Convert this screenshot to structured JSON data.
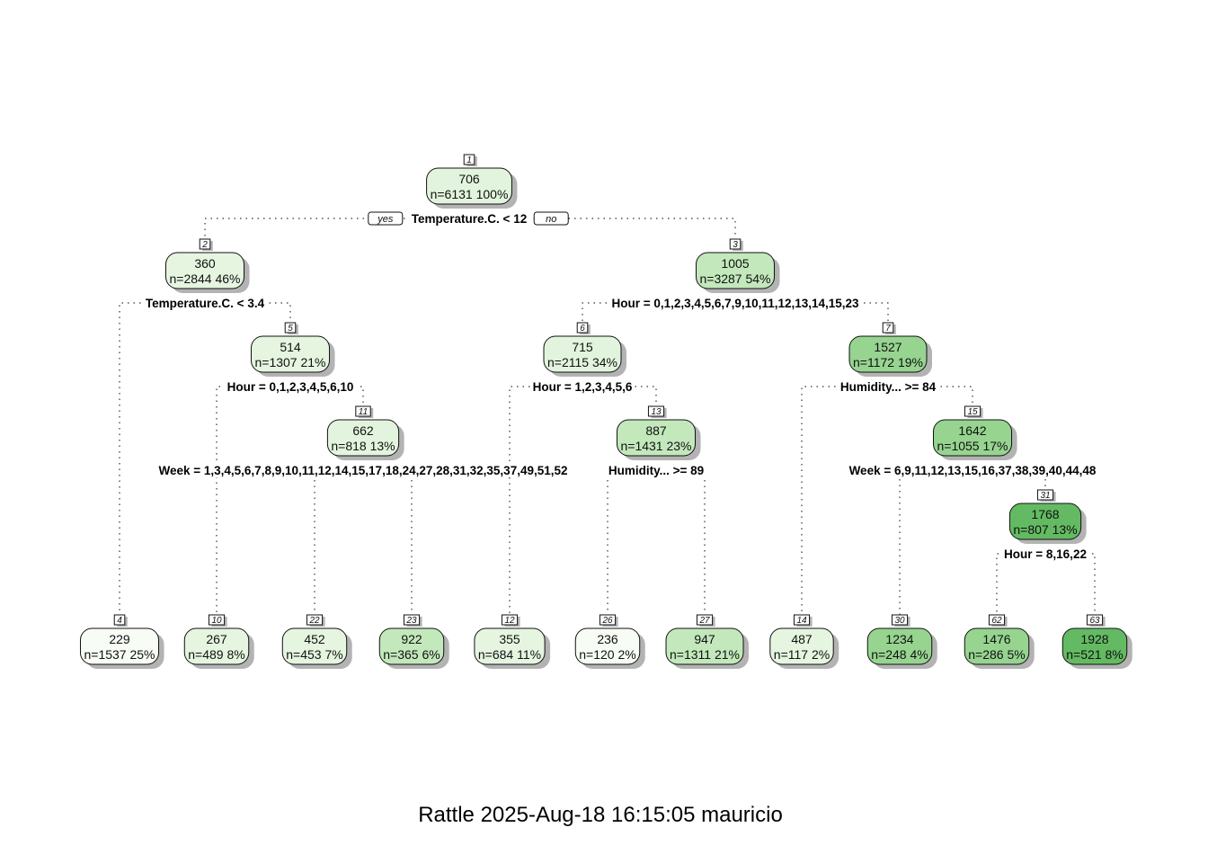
{
  "caption": "Rattle 2025-Aug-18 16:15:05 mauricio",
  "labels": {
    "yes": "yes",
    "no": "no"
  },
  "colors": {
    "edge": "#333333",
    "box_border": "#111111",
    "shadow": "#b3b3b3",
    "fill_palette": [
      "#f7fcf5",
      "#e3f4de",
      "#c7e9c0",
      "#a1d99b",
      "#74c476",
      "#5fb867"
    ]
  },
  "nodes": [
    {
      "id": "1",
      "value": "706",
      "n": "n=6131  100%",
      "fill": "#e2f4dd"
    },
    {
      "id": "2",
      "value": "360",
      "n": "n=2844  46%",
      "fill": "#e5f5e0"
    },
    {
      "id": "3",
      "value": "1005",
      "n": "n=3287  54%",
      "fill": "#c2e8bb"
    },
    {
      "id": "4",
      "value": "229",
      "n": "n=1537  25%",
      "fill": "#f7fcf5",
      "leaf": true
    },
    {
      "id": "5",
      "value": "514",
      "n": "n=1307  21%",
      "fill": "#e5f5e0"
    },
    {
      "id": "6",
      "value": "715",
      "n": "n=2115  34%",
      "fill": "#e2f4dd"
    },
    {
      "id": "7",
      "value": "1527",
      "n": "n=1172  19%",
      "fill": "#96d490"
    },
    {
      "id": "10",
      "value": "267",
      "n": "n=489  8%",
      "fill": "#e5f5e0",
      "leaf": true
    },
    {
      "id": "11",
      "value": "662",
      "n": "n=818  13%",
      "fill": "#e2f4dd"
    },
    {
      "id": "12",
      "value": "355",
      "n": "n=684  11%",
      "fill": "#e5f5e0",
      "leaf": true
    },
    {
      "id": "13",
      "value": "887",
      "n": "n=1431  23%",
      "fill": "#c2e8bb"
    },
    {
      "id": "14",
      "value": "487",
      "n": "n=117  2%",
      "fill": "#e5f5e0",
      "leaf": true
    },
    {
      "id": "15",
      "value": "1642",
      "n": "n=1055  17%",
      "fill": "#96d490"
    },
    {
      "id": "22",
      "value": "452",
      "n": "n=453  7%",
      "fill": "#e5f5e0",
      "leaf": true
    },
    {
      "id": "23",
      "value": "922",
      "n": "n=365  6%",
      "fill": "#c2e8bb",
      "leaf": true
    },
    {
      "id": "26",
      "value": "236",
      "n": "n=120  2%",
      "fill": "#f7fcf5",
      "leaf": true
    },
    {
      "id": "27",
      "value": "947",
      "n": "n=1311  21%",
      "fill": "#c2e8bb",
      "leaf": true
    },
    {
      "id": "30",
      "value": "1234",
      "n": "n=248  4%",
      "fill": "#96d490",
      "leaf": true
    },
    {
      "id": "31",
      "value": "1768",
      "n": "n=807  13%",
      "fill": "#63ba62"
    },
    {
      "id": "62",
      "value": "1476",
      "n": "n=286  5%",
      "fill": "#96d490",
      "leaf": true
    },
    {
      "id": "63",
      "value": "1928",
      "n": "n=521  8%",
      "fill": "#63ba62",
      "leaf": true
    }
  ],
  "splits": [
    {
      "node": "1",
      "text": "Temperature.C. < 12",
      "yes": "2",
      "no": "3"
    },
    {
      "node": "2",
      "text": "Temperature.C. < 3.4",
      "yes": "4",
      "no": "5"
    },
    {
      "node": "3",
      "text": "Hour = 0,1,2,3,4,5,6,7,9,10,11,12,13,14,15,23",
      "yes": "6",
      "no": "7"
    },
    {
      "node": "5",
      "text": "Hour = 0,1,2,3,4,5,6,10",
      "yes": "10",
      "no": "11"
    },
    {
      "node": "6",
      "text": "Hour = 1,2,3,4,5,6",
      "yes": "12",
      "no": "13"
    },
    {
      "node": "7",
      "text": "Humidity... >= 84",
      "yes": "14",
      "no": "15"
    },
    {
      "node": "11",
      "text": "Week = 1,3,4,5,6,7,8,9,10,11,12,14,15,17,18,24,27,28,31,32,35,37,49,51,52",
      "yes": "22",
      "no": "23"
    },
    {
      "node": "13",
      "text": "Humidity... >= 89",
      "yes": "26",
      "no": "27"
    },
    {
      "node": "15",
      "text": "Week = 6,9,11,12,13,15,16,37,38,39,40,44,48",
      "yes": "30",
      "no": "31"
    },
    {
      "node": "31",
      "text": "Hour = 8,16,22",
      "yes": "62",
      "no": "63"
    }
  ]
}
